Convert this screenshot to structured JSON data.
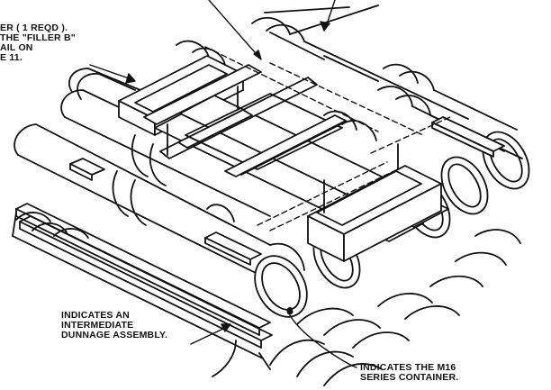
{
  "callouts": {
    "filler_note": {
      "lines": [
        "ER ( 1 REQD ).",
        "THE \"FILLER B\"",
        "AIL ON",
        "E 11."
      ]
    },
    "dunnage_note": {
      "lines": [
        "INDICATES AN",
        "INTERMEDIATE",
        "DUNNAGE ASSEMBLY."
      ]
    },
    "container_note": {
      "lines": [
        "INDICATES THE M16",
        "SERIES CONTAINER."
      ]
    }
  },
  "colors": {
    "ink": "#111111",
    "paper": "#ffffff"
  }
}
